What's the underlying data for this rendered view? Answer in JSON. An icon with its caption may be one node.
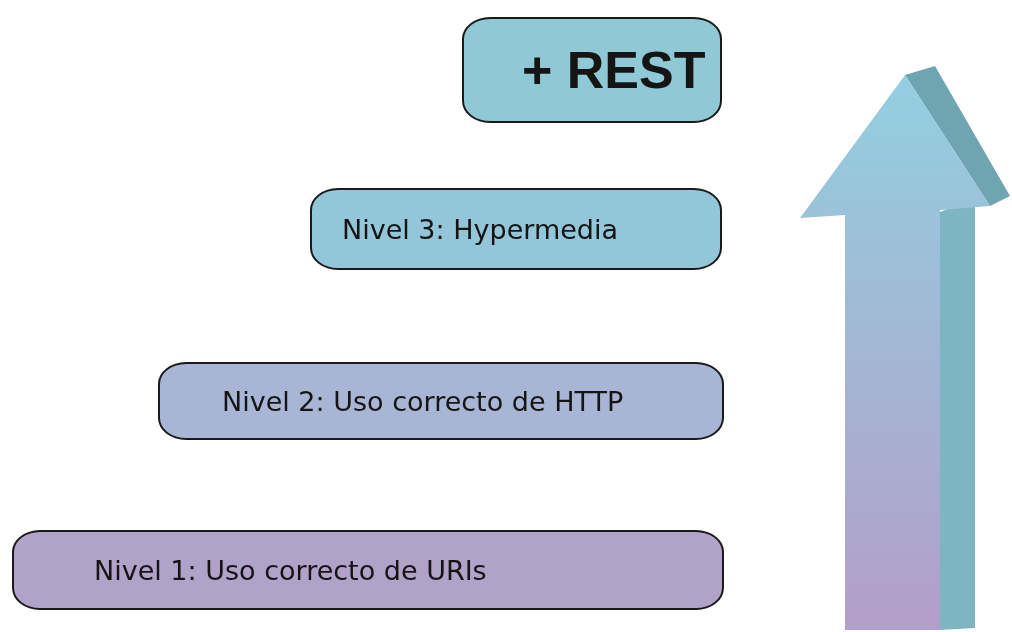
{
  "diagram": {
    "nodes": [
      {
        "text": [
          "+ REST"
        ]
      },
      {
        "text": [
          "Nivel 3: Hypermedia"
        ]
      },
      {
        "text": [
          "Nivel 2: Uso correcto de HTTP"
        ]
      },
      {
        "text": [
          "Nivel 1: Uso correcto de URIs"
        ]
      }
    ]
  }
}
